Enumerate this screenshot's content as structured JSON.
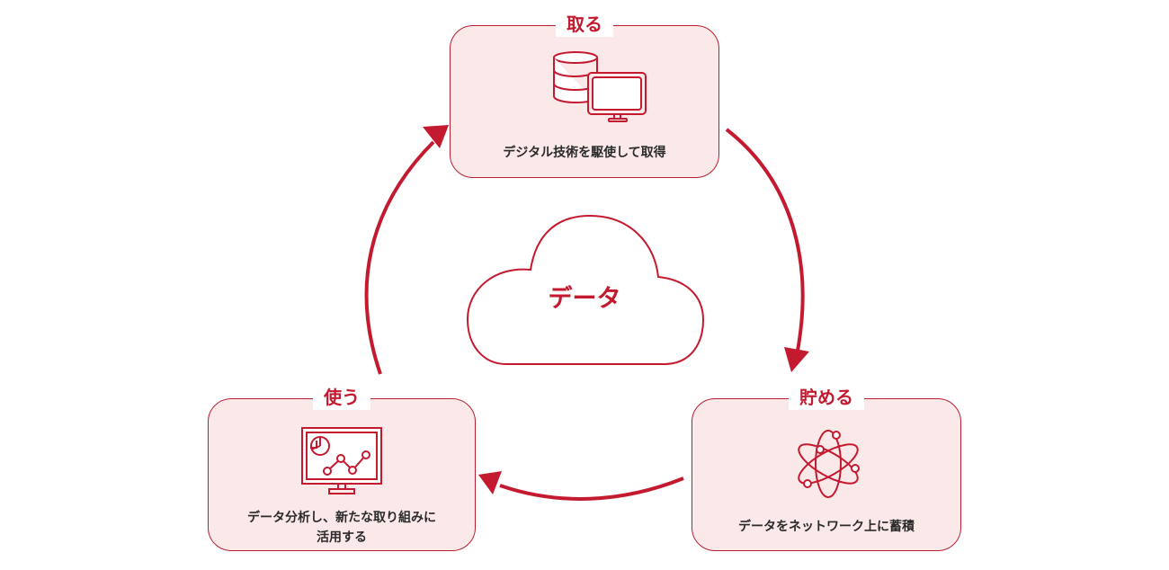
{
  "center": {
    "label": "データ",
    "icon": "cloud-icon"
  },
  "stages": [
    {
      "id": "acquire",
      "title": "取る",
      "description": "デジタル技術を駆使して取得",
      "icon": "database-monitor-icon"
    },
    {
      "id": "store",
      "title": "貯める",
      "description": "データをネットワーク上に蓄積",
      "icon": "atom-icon"
    },
    {
      "id": "use",
      "title": "使う",
      "description_line1": "データ分析し、新たな取り組みに",
      "description_line2": "活用する",
      "icon": "analytics-monitor-icon"
    }
  ],
  "flow": [
    "取る",
    "貯める",
    "使う"
  ],
  "colors": {
    "accent": "#c41a30",
    "box_fill": "#fbe8e9",
    "box_border": "#b8202f",
    "text": "#2a2a2a"
  }
}
